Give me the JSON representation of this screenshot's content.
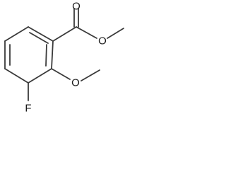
{
  "molecule": {
    "atoms": {
      "carbonyl_oxygen": "O",
      "ester_oxygen": "O",
      "methoxy_oxygen": "O",
      "fluorine": "F"
    },
    "colors": {
      "bond": "#3a3a3a",
      "label": "#1a1a1a",
      "background": "#ffffff"
    }
  }
}
